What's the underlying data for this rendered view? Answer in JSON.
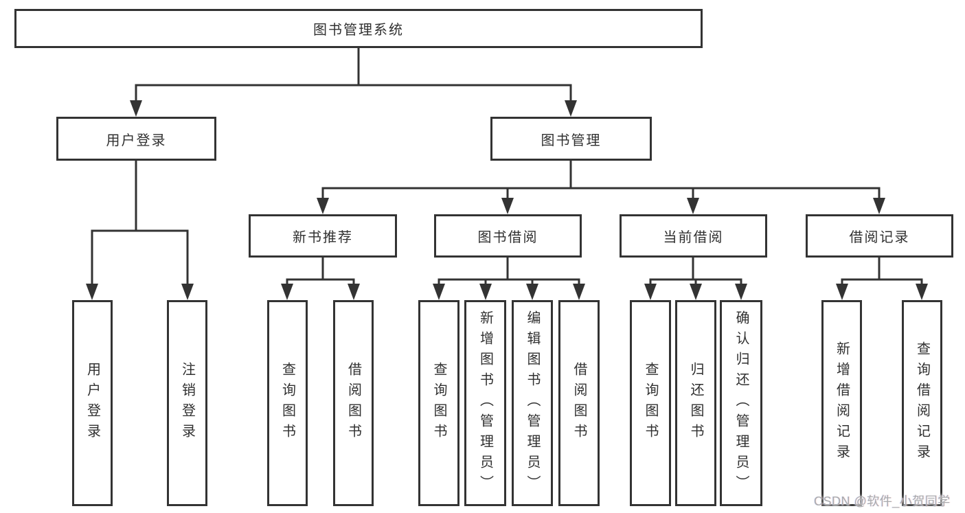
{
  "diagram": {
    "root": {
      "label": "图书管理系统"
    },
    "level2": {
      "user_login": {
        "label": "用户登录",
        "children": {
          "login": "用户登录",
          "logout": "注销登录"
        }
      },
      "book_mgmt": {
        "label": "图书管理"
      }
    },
    "level3": {
      "new_books": {
        "label": "新书推荐",
        "children": {
          "query": "查询图书",
          "borrow": "借阅图书"
        }
      },
      "book_borrow": {
        "label": "图书借阅",
        "children": {
          "query": "查询图书",
          "add": "新增图书（管理员）",
          "edit": "编辑图书（管理员）",
          "borrow": "借阅图书"
        }
      },
      "current_borrow": {
        "label": "当前借阅",
        "children": {
          "query": "查询图书",
          "return": "归还图书",
          "confirm": "确认归还（管理员）"
        }
      },
      "borrow_records": {
        "label": "借阅记录",
        "children": {
          "add": "新增借阅记录",
          "query": "查询借阅记录"
        }
      }
    }
  },
  "watermark": {
    "text": "CSDN @软件_小贺同学"
  },
  "colors": {
    "line": "#333333",
    "text": "#303030",
    "watermark": "#a9abad",
    "background": "#ffffff"
  }
}
